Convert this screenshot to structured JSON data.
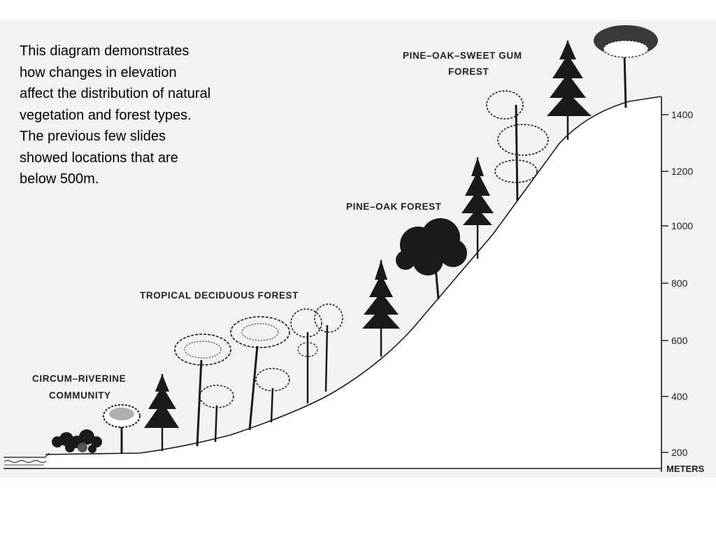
{
  "caption": "This diagram demonstrates how changes in elevation affect the distribution of natural vegetation and forest types. The previous few slides showed locations that are below 500m.",
  "zones": {
    "circum_riverine_line1": "CIRCUM–RIVERINE",
    "circum_riverine_line2": "COMMUNITY",
    "tropical_deciduous": "TROPICAL DECIDUOUS FOREST",
    "pine_oak": "PINE–OAK FOREST",
    "pine_oak_sweet_gum_line1": "PINE–OAK–SWEET GUM",
    "pine_oak_sweet_gum_line2": "FOREST"
  },
  "elevation_axis": {
    "ticks": [
      "1400",
      "1200",
      "1000",
      "800",
      "600",
      "400",
      "200"
    ],
    "unit": "METERS"
  },
  "colors": {
    "ink": "#1a1a1a",
    "paper": "#f2f2f2"
  }
}
